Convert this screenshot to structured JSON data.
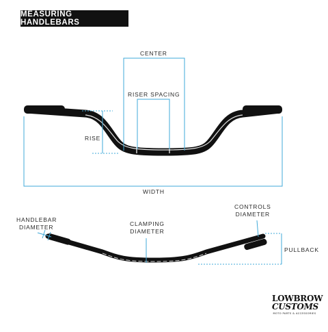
{
  "title": "MEASURING HANDLEBARS",
  "labels": {
    "center": "CENTER",
    "riser_spacing": "RISER SPACING",
    "rise": "RISE",
    "width": "WIDTH",
    "handlebar_diameter": [
      "HANDLEBAR",
      "DIAMETER"
    ],
    "clamping_diameter": [
      "CLAMPING",
      "DIAMETER"
    ],
    "controls_diameter": [
      "CONTROLS",
      "DIAMETER"
    ],
    "pullback": "PULLBACK"
  },
  "logo": {
    "line1": "LOWBROW",
    "line2": "CUSTOMS",
    "tagline": "MOTO PARTS & ACCESSORIES"
  },
  "colors": {
    "accent": "#3fa9d8",
    "bar": "#111111",
    "text": "#2a2a2a",
    "badge": "#111111"
  }
}
